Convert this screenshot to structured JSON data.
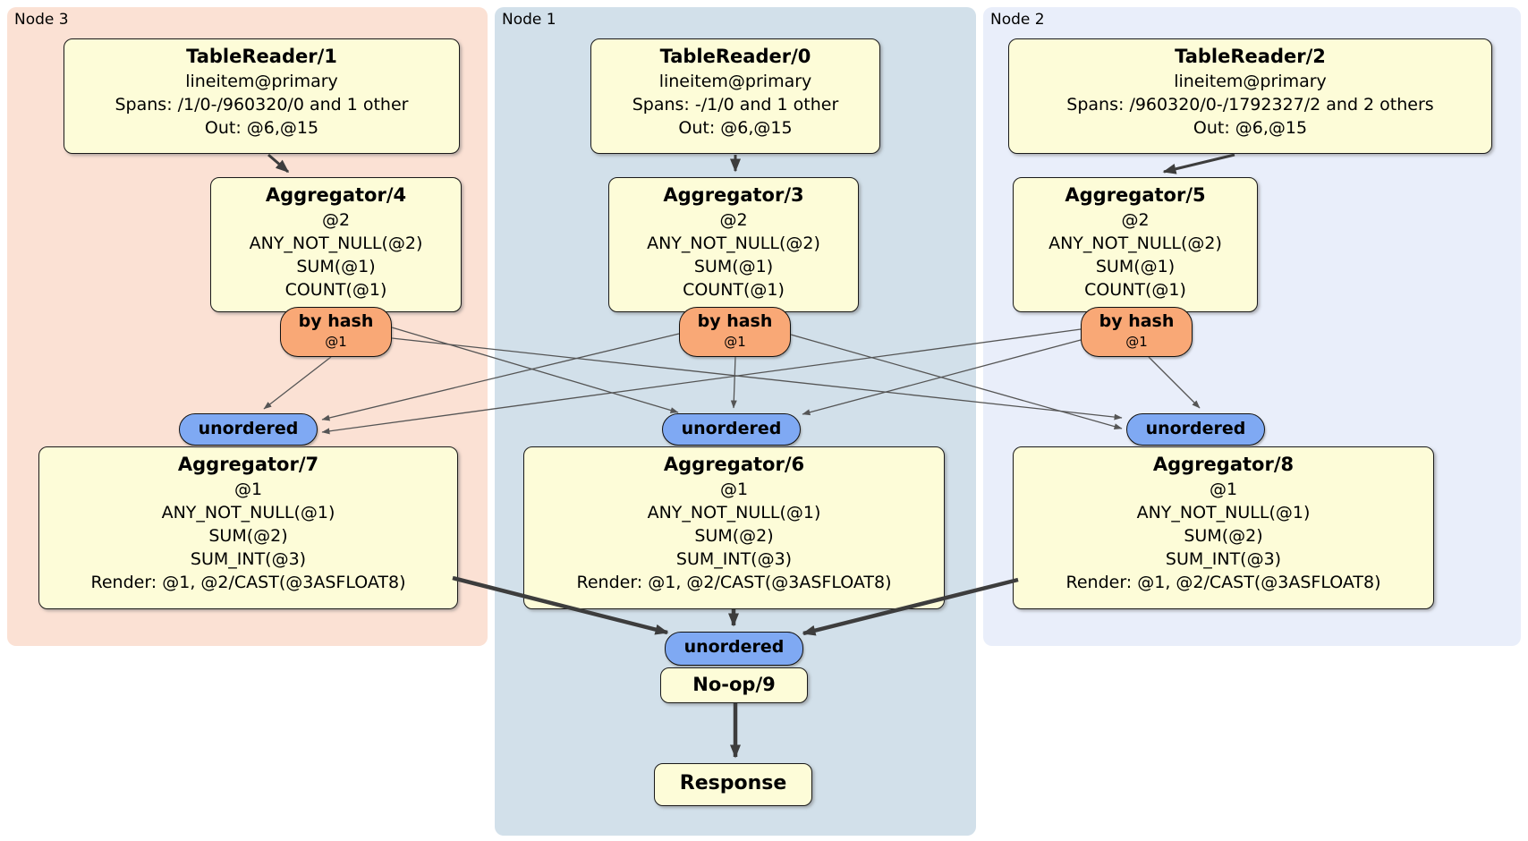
{
  "groups": [
    {
      "label": "Node 3"
    },
    {
      "label": "Node 1"
    },
    {
      "label": "Node 2"
    }
  ],
  "processors": [
    {
      "title": "TableReader/1",
      "lines": [
        "lineitem@primary",
        "Spans: /1/0-/960320/0 and 1 other",
        "Out: @6,@15"
      ]
    },
    {
      "title": "TableReader/0",
      "lines": [
        "lineitem@primary",
        "Spans: -/1/0 and 1 other",
        "Out: @6,@15"
      ]
    },
    {
      "title": "TableReader/2",
      "lines": [
        "lineitem@primary",
        "Spans: /960320/0-/1792327/2 and 2 others",
        "Out: @6,@15"
      ]
    },
    {
      "title": "Aggregator/4",
      "lines": [
        "@2",
        "ANY_NOT_NULL(@2)",
        "SUM(@1)",
        "COUNT(@1)"
      ]
    },
    {
      "title": "Aggregator/3",
      "lines": [
        "@2",
        "ANY_NOT_NULL(@2)",
        "SUM(@1)",
        "COUNT(@1)"
      ]
    },
    {
      "title": "Aggregator/5",
      "lines": [
        "@2",
        "ANY_NOT_NULL(@2)",
        "SUM(@1)",
        "COUNT(@1)"
      ]
    },
    {
      "title": "Aggregator/7",
      "lines": [
        "@1",
        "ANY_NOT_NULL(@1)",
        "SUM(@2)",
        "SUM_INT(@3)",
        "Render: @1, @2/CAST(@3ASFLOAT8)"
      ]
    },
    {
      "title": "Aggregator/6",
      "lines": [
        "@1",
        "ANY_NOT_NULL(@1)",
        "SUM(@2)",
        "SUM_INT(@3)",
        "Render: @1, @2/CAST(@3ASFLOAT8)"
      ]
    },
    {
      "title": "Aggregator/8",
      "lines": [
        "@1",
        "ANY_NOT_NULL(@1)",
        "SUM(@2)",
        "SUM_INT(@3)",
        "Render: @1, @2/CAST(@3ASFLOAT8)"
      ]
    },
    {
      "title": "No-op/9",
      "lines": []
    },
    {
      "title": "Response",
      "lines": []
    }
  ],
  "routers": [
    {
      "label": "by hash",
      "sub": "@1"
    },
    {
      "label": "by hash",
      "sub": "@1"
    },
    {
      "label": "by hash",
      "sub": "@1"
    }
  ],
  "streams": [
    {
      "label": "unordered"
    },
    {
      "label": "unordered"
    },
    {
      "label": "unordered"
    },
    {
      "label": "unordered"
    }
  ],
  "colors": {
    "node3_bg": "#fbe1d4",
    "node1_bg": "#d2e0ea",
    "node2_bg": "#e9eefa",
    "box_fill": "#fdfcd8",
    "box_border": "#1a1a1a",
    "router_fill": "#f9a876",
    "stream_fill": "#7fa9f3",
    "edge_thin": "#555555",
    "edge_thick": "#3d3d3d",
    "text": "#000000"
  }
}
